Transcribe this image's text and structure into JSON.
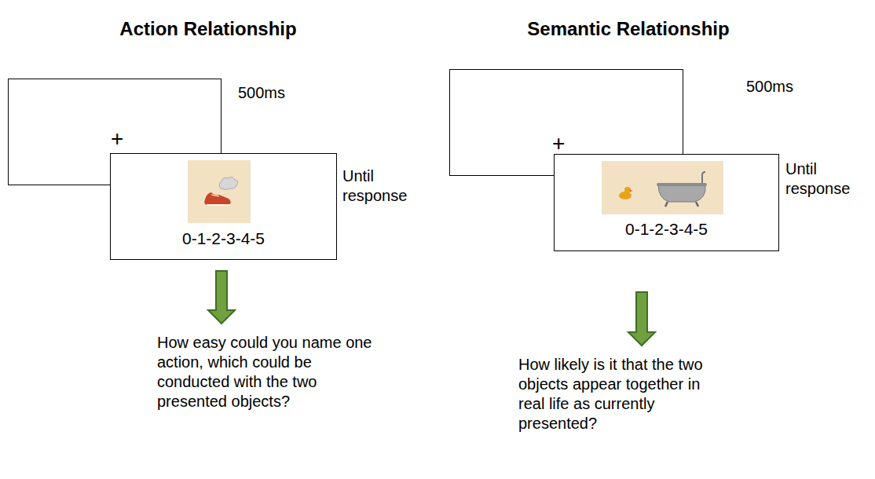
{
  "diagram": {
    "nodes": [
      {
        "text": [
          "+"
        ]
      },
      {
        "text": [
          "0-1-2-3-4-5"
        ]
      },
      {
        "text": [
          "+"
        ]
      },
      {
        "text": [
          "0-1-2-3-4-5"
        ]
      }
    ],
    "labels": [
      "Action Relationship",
      "Semantic Relationship",
      "500ms",
      "Until response",
      "How easy could you name one action, which could be conducted with the two presented objects?",
      "500ms",
      "Until response",
      "How likely is it that the two objects appear together in real life as currently presented?"
    ]
  }
}
